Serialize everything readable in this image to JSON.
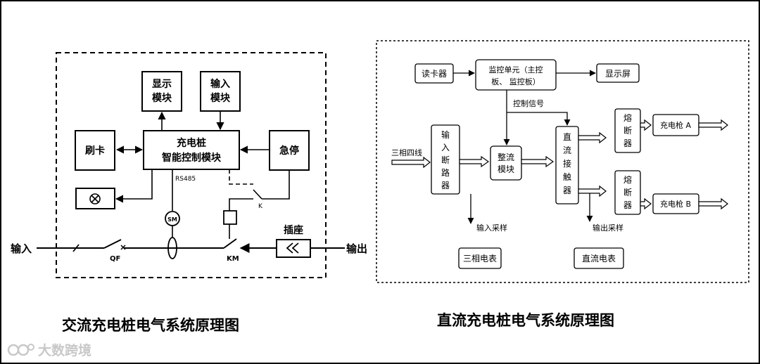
{
  "ac": {
    "display_module": [
      "显示",
      "模块"
    ],
    "input_module": [
      "输入",
      "模块"
    ],
    "card_swipe": "刷卡",
    "controller": [
      "充电桩",
      "智能控制模块"
    ],
    "emergency_stop": "急停",
    "rs485": "RS485",
    "meter": "SM",
    "relay": "K",
    "socket": "插座",
    "input": "输入",
    "output": "输出",
    "qf": "QF",
    "km": "KM",
    "caption": "交流充电桩电气系统原理图"
  },
  "dc": {
    "card_reader": "读卡器",
    "monitor_unit": [
      "监控单元（主控",
      "板、  监控板）"
    ],
    "display_screen": "显示屏",
    "control_signal": "控制信号",
    "three_phase": "三相四线",
    "input_breaker": [
      "输",
      "入",
      "断",
      "路",
      "器"
    ],
    "rectifier": [
      "整流",
      "模块"
    ],
    "dc_contactor": [
      "直",
      "流",
      "接",
      "触",
      "器"
    ],
    "fuse": [
      "熔",
      "断",
      "器"
    ],
    "gun_a": "充电枪 A",
    "gun_b": "充电枪 B",
    "input_sampling": "输入采样",
    "output_sampling": "输出采样",
    "three_phase_meter": "三相电表",
    "dc_meter": "直流电表",
    "caption": "直流充电桩电气系统原理图"
  },
  "watermark": "大数跨境"
}
